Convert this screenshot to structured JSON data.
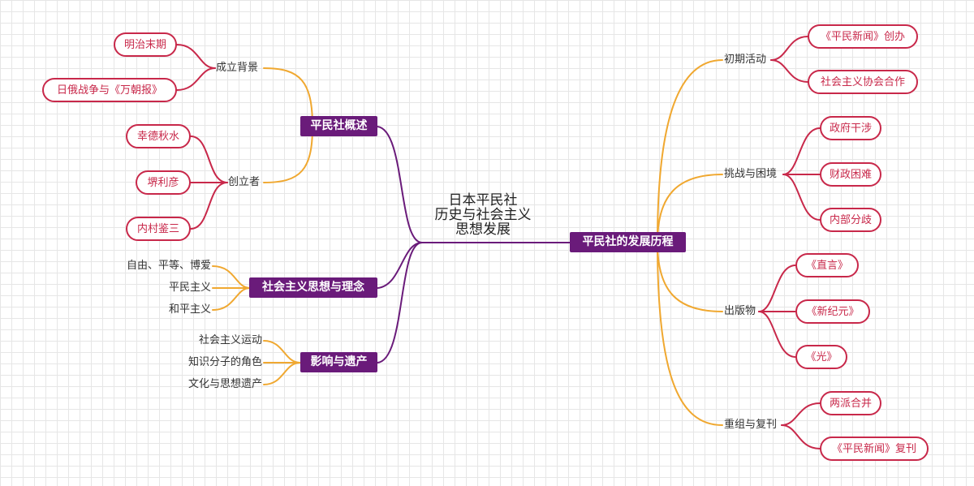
{
  "center": {
    "lines": [
      "日本平民社",
      "历史与社会主义",
      "思想发展"
    ]
  },
  "left": {
    "overview": {
      "title": "平民社概述",
      "background": {
        "label": "成立背景",
        "items": [
          "明治末期",
          "日俄战争与《万朝报》"
        ]
      },
      "founders": {
        "label": "创立者",
        "items": [
          "幸德秋水",
          "堺利彦",
          "内村鉴三"
        ]
      }
    },
    "ideas": {
      "title": "社会主义思想与理念",
      "items": [
        "自由、平等、博爱",
        "平民主义",
        "和平主义"
      ]
    },
    "legacy": {
      "title": "影响与遗产",
      "items": [
        "社会主义运动",
        "知识分子的角色",
        "文化与思想遗产"
      ]
    }
  },
  "right": {
    "title": "平民社的发展历程",
    "early": {
      "label": "初期活动",
      "items": [
        "《平民新闻》创办",
        "社会主义协会合作"
      ]
    },
    "challenges": {
      "label": "挑战与困境",
      "items": [
        "政府干涉",
        "财政困难",
        "内部分歧"
      ]
    },
    "publications": {
      "label": "出版物",
      "items": [
        "《直言》",
        "《新纪元》",
        "《光》"
      ]
    },
    "reorg": {
      "label": "重组与复刊",
      "items": [
        "两派合并",
        "《平民新闻》复刊"
      ]
    }
  },
  "colors": {
    "main": "#6a1b7a",
    "sub_branch": "#f0a830",
    "leaf": "#c8284a"
  }
}
